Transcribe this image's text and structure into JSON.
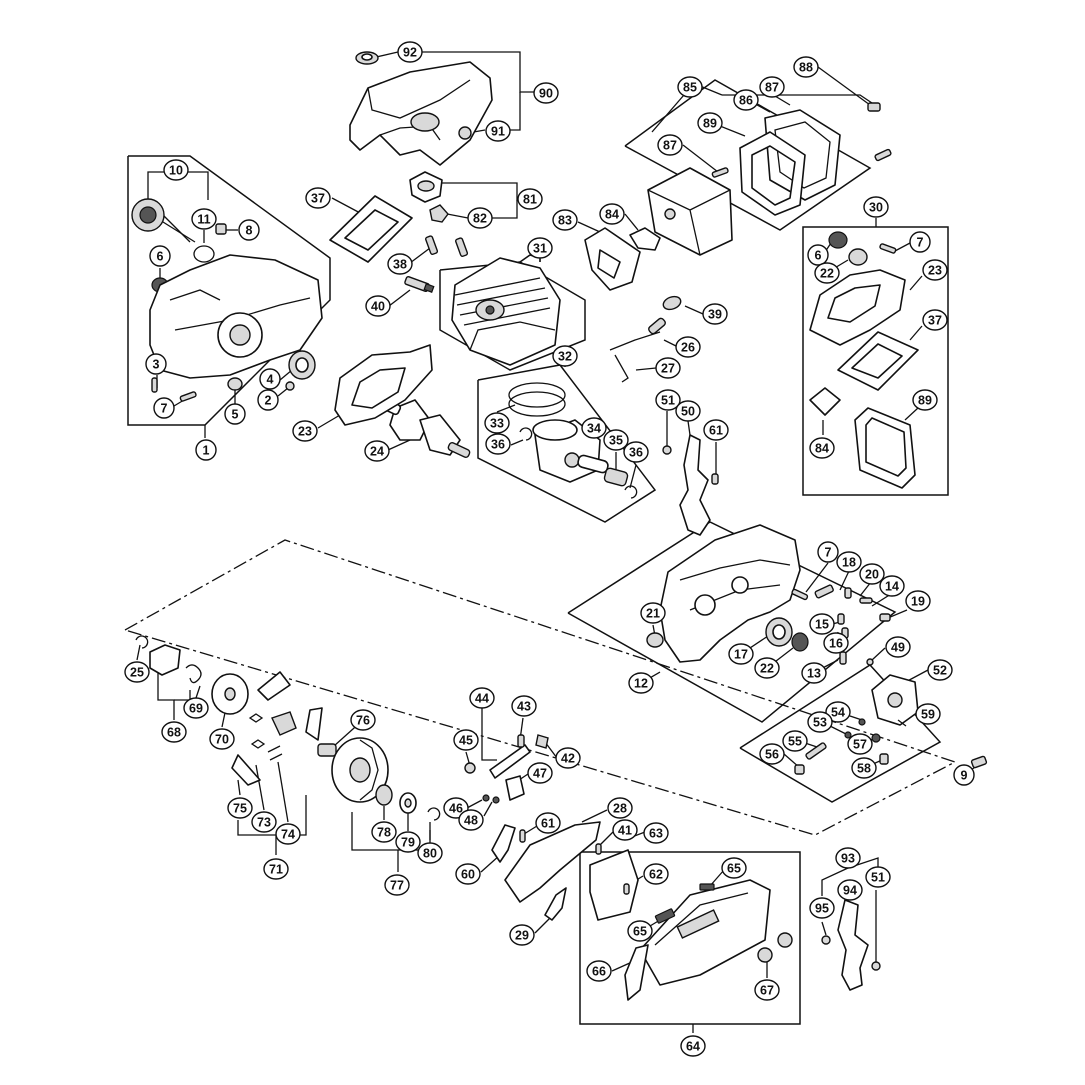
{
  "diagram": {
    "type": "exploded-parts-view",
    "callout_numbers": [
      "1",
      "2",
      "3",
      "4",
      "5",
      "6",
      "7",
      "8",
      "9",
      "10",
      "11",
      "12",
      "13",
      "14",
      "15",
      "16",
      "17",
      "18",
      "19",
      "20",
      "21",
      "22",
      "23",
      "24",
      "25",
      "26",
      "27",
      "28",
      "29",
      "30",
      "31",
      "32",
      "33",
      "34",
      "35",
      "36",
      "37",
      "38",
      "39",
      "40",
      "41",
      "42",
      "43",
      "44",
      "45",
      "46",
      "47",
      "48",
      "49",
      "50",
      "51",
      "52",
      "53",
      "54",
      "55",
      "56",
      "57",
      "58",
      "59",
      "60",
      "61",
      "62",
      "63",
      "64",
      "65",
      "66",
      "67",
      "68",
      "69",
      "70",
      "71",
      "73",
      "74",
      "75",
      "76",
      "77",
      "78",
      "79",
      "80",
      "81",
      "82",
      "83",
      "84",
      "85",
      "86",
      "87",
      "88",
      "89",
      "90",
      "91",
      "92",
      "93",
      "94",
      "95"
    ]
  }
}
